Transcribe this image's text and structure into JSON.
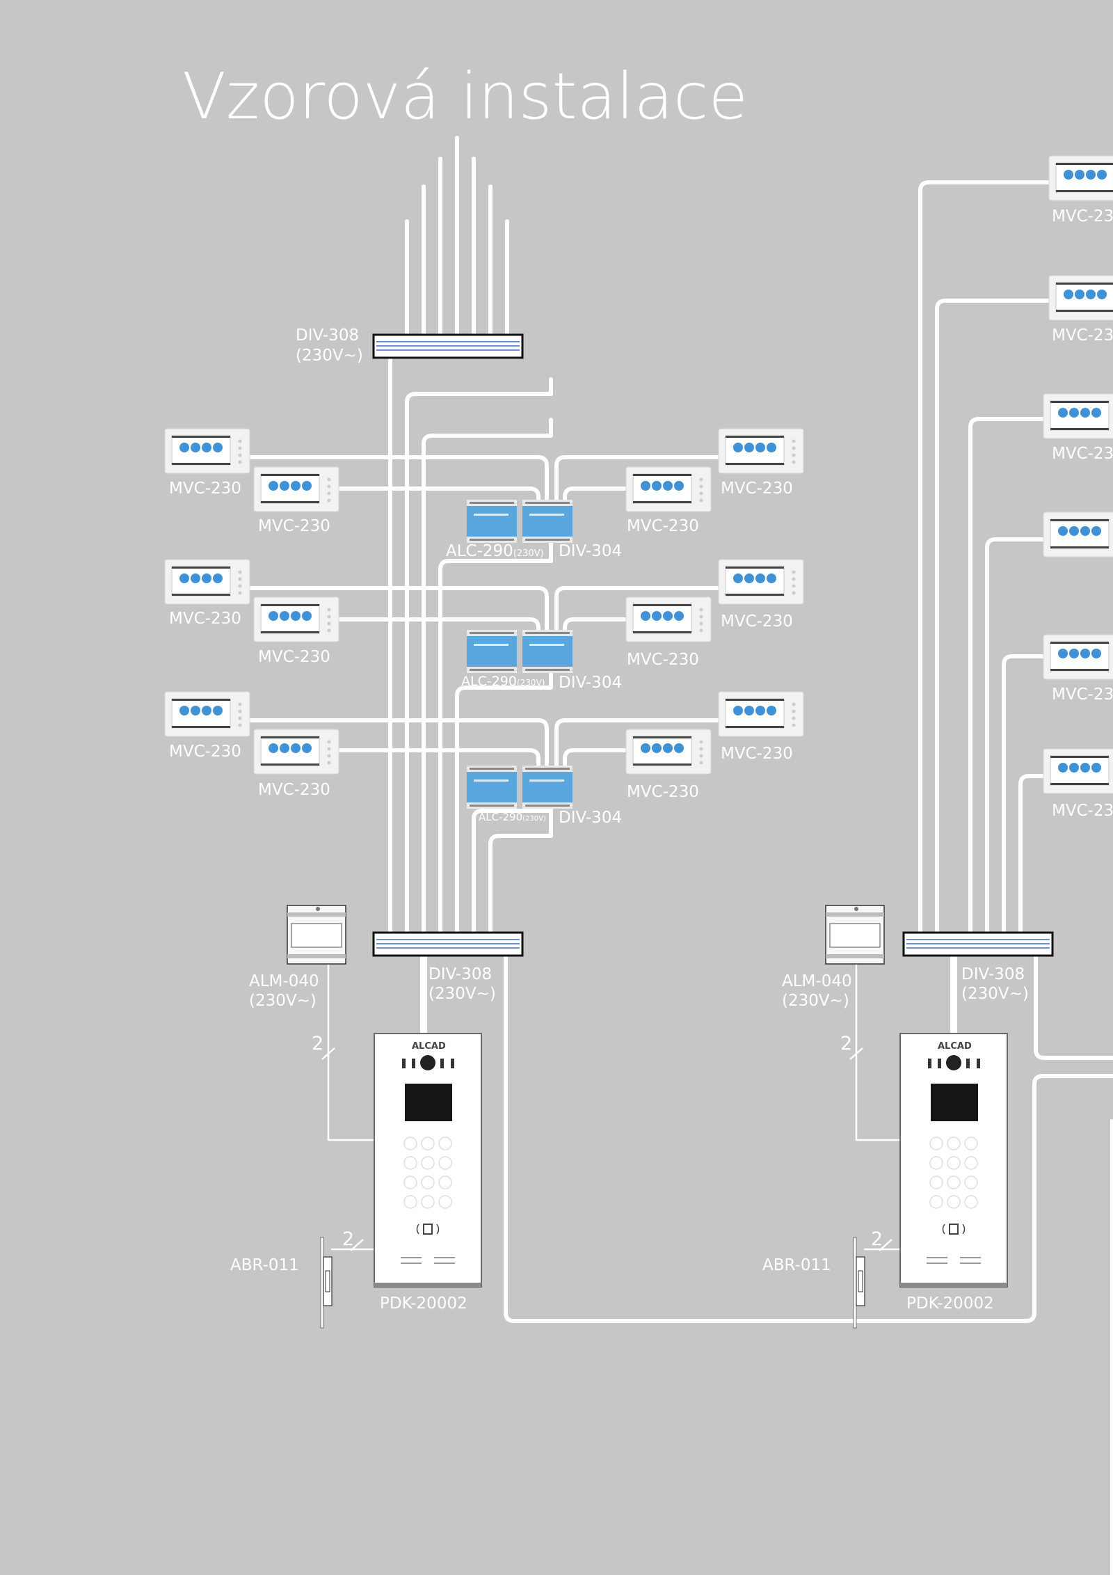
{
  "title": "Vzorová instalace",
  "labels": {
    "div308": "DIV-308",
    "v230": "(230V~)",
    "mvc230": "MVC-230",
    "mvc23_cut": "MVC-23",
    "alc290": "ALC-290",
    "alc_volt": "(230V)",
    "div304": "DIV-304",
    "alm040": "ALM-040",
    "abr011": "ABR-011",
    "pdk20002": "PDK-20002",
    "wire_count": "2",
    "brand": "ALCAD"
  },
  "colors": {
    "background": "#c6c6c6",
    "wire": "#ffffff",
    "device_blue": "#5aa7df",
    "bus_blue": "#3a6fc9"
  }
}
